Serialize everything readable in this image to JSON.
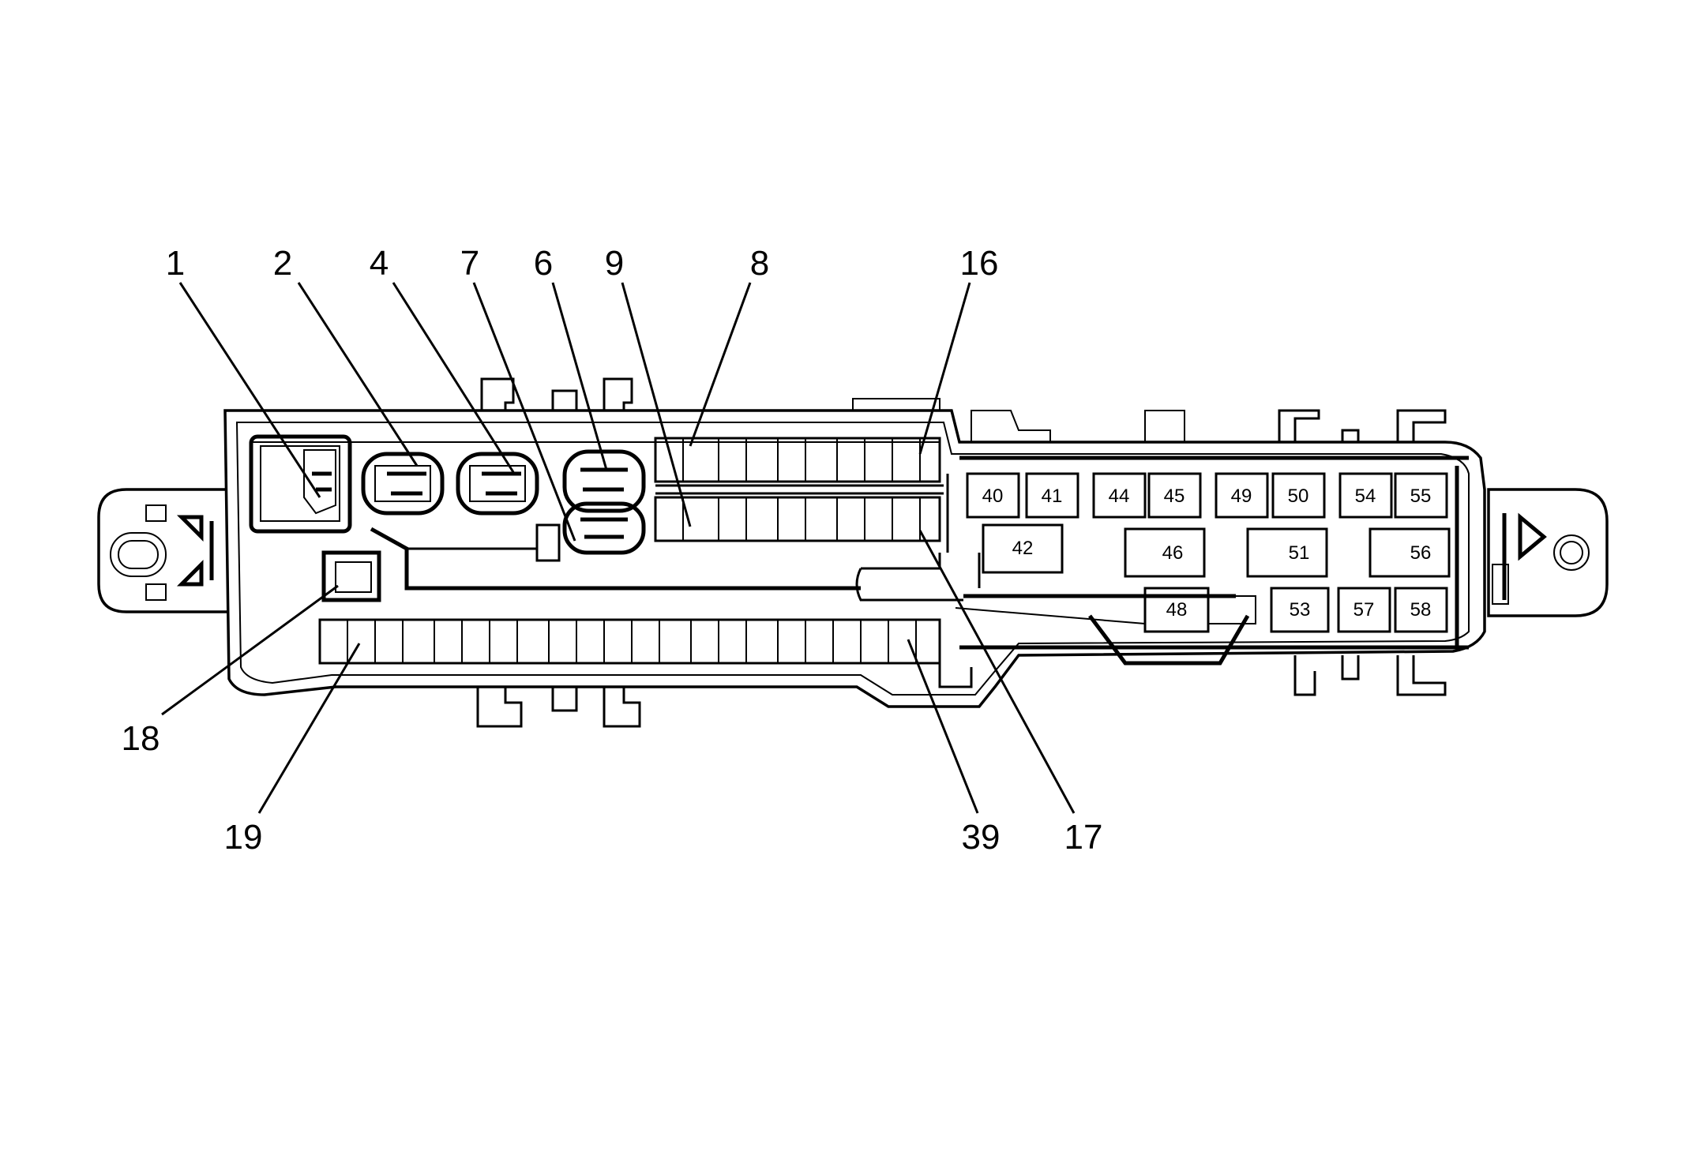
{
  "diagram": {
    "callouts_top": [
      "1",
      "2",
      "4",
      "7",
      "6",
      "9",
      "8",
      "16"
    ],
    "callouts_bottom": [
      "18",
      "19",
      "39",
      "17"
    ],
    "relays_row1": [
      "40",
      "41",
      "44",
      "45",
      "49",
      "50",
      "54",
      "55"
    ],
    "relays_row2": [
      "42",
      "46",
      "51",
      "56"
    ],
    "relays_row3": [
      "48",
      "53",
      "57",
      "58"
    ]
  }
}
